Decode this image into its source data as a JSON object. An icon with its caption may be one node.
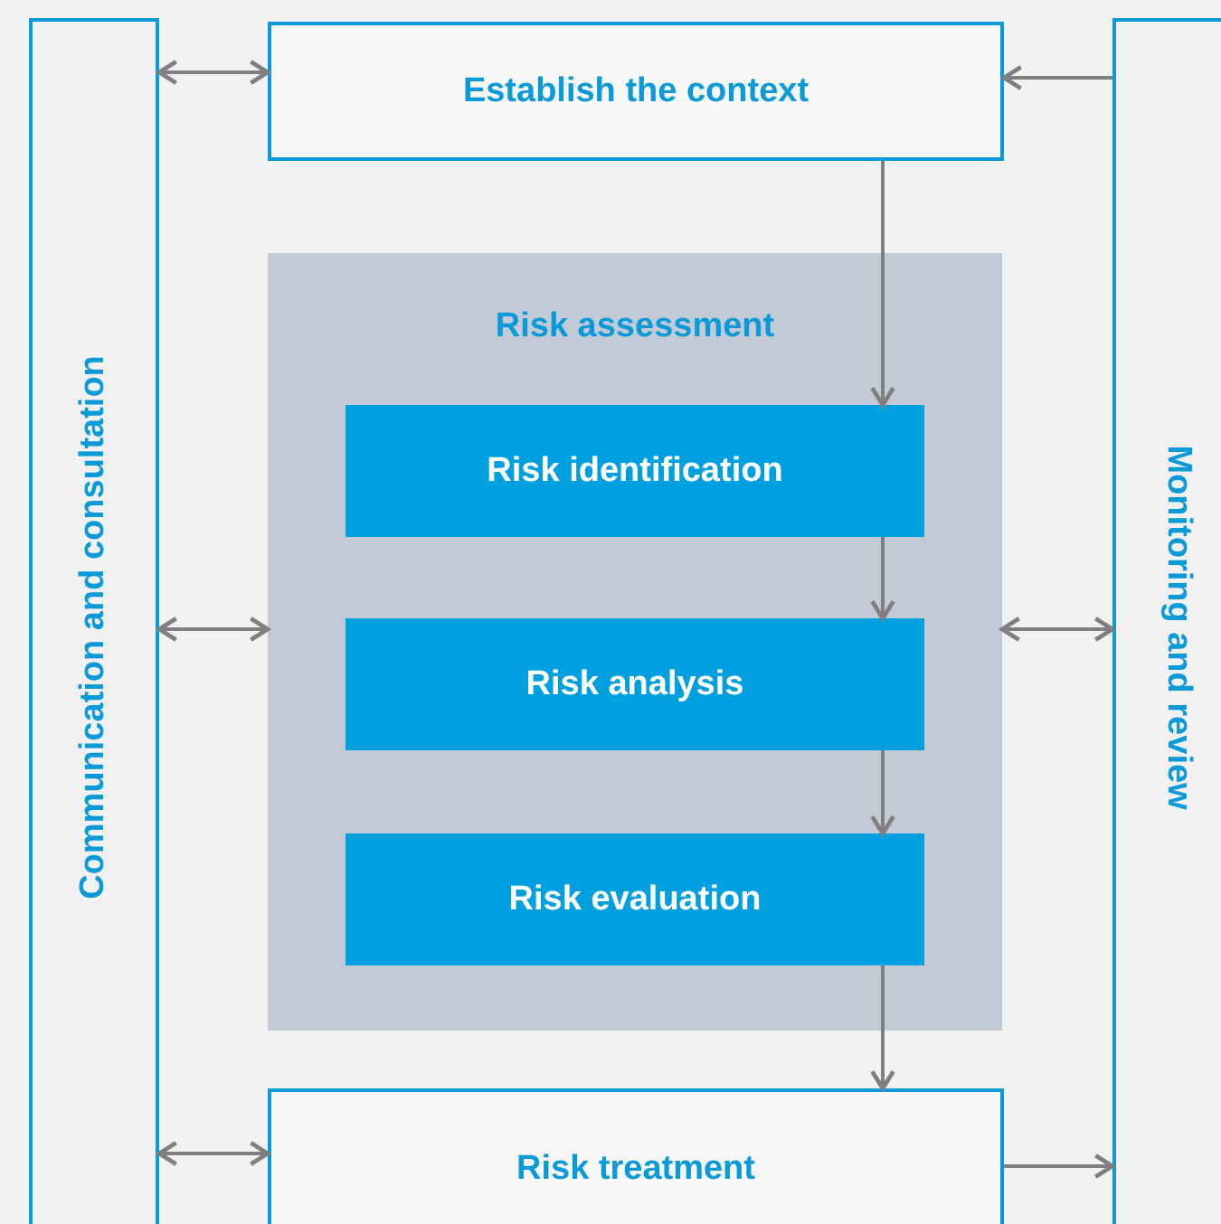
{
  "diagram": {
    "nodes": [
      {
        "text": [
          "Communication and consultation"
        ]
      },
      {
        "text": [
          "Establish the context"
        ]
      },
      {
        "text": [
          "Monitoring and review"
        ]
      },
      {
        "text": [
          "Risk assessment"
        ]
      },
      {
        "text": [
          "Risk identification"
        ],
        "in": 3
      },
      {
        "text": [
          "Risk analysis"
        ],
        "in": 3
      },
      {
        "text": [
          "Risk evaluation"
        ],
        "in": 3
      },
      {
        "text": [
          "Risk treatment"
        ]
      }
    ],
    "edges": [
      {
        "from": 0,
        "to": 1,
        "arrow": "both"
      },
      {
        "from": 2,
        "to": 1,
        "arrow": "to"
      },
      {
        "from": 1,
        "to": 4,
        "arrow": "to"
      },
      {
        "from": 4,
        "to": 5,
        "arrow": "to"
      },
      {
        "from": 5,
        "to": 6,
        "arrow": "to"
      },
      {
        "from": 6,
        "to": 7,
        "arrow": "to"
      },
      {
        "from": 0,
        "to": 3,
        "arrow": "both"
      },
      {
        "from": 3,
        "to": 2,
        "arrow": "both"
      },
      {
        "from": 0,
        "to": 7,
        "arrow": "both"
      },
      {
        "from": 7,
        "to": 2,
        "arrow": "to"
      }
    ]
  }
}
